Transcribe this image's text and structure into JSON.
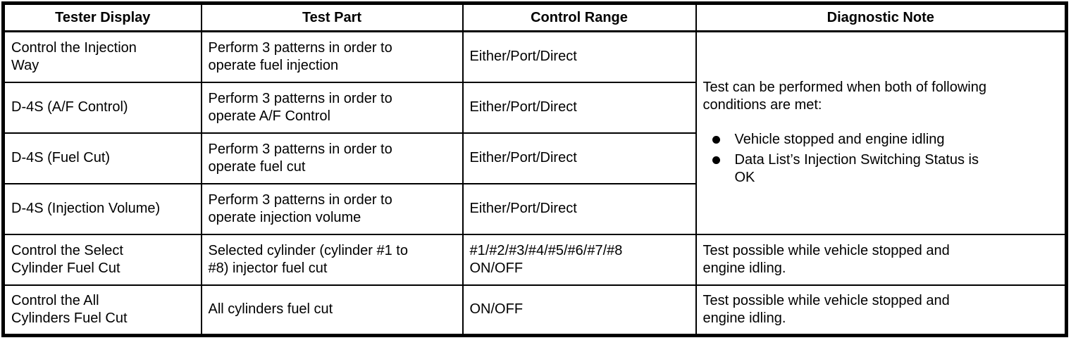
{
  "colors": {
    "background": "#ffffff",
    "text": "#000000",
    "border": "#000000"
  },
  "table": {
    "headers": [
      "Tester Display",
      "Test Part",
      "Control Range",
      "Diagnostic Note"
    ],
    "rows": [
      {
        "tester_display": "Control the Injection\nWay",
        "test_part": "Perform 3 patterns in order to\noperate fuel injection",
        "control_range": "Either/Port/Direct"
      },
      {
        "tester_display": "D-4S (A/F Control)",
        "test_part": "Perform 3 patterns in order to\noperate A/F Control",
        "control_range": "Either/Port/Direct"
      },
      {
        "tester_display": "D-4S (Fuel Cut)",
        "test_part": "Perform 3 patterns in order to\noperate fuel cut",
        "control_range": "Either/Port/Direct"
      },
      {
        "tester_display": "D-4S (Injection Volume)",
        "test_part": "Perform 3 patterns in order to\noperate injection volume",
        "control_range": "Either/Port/Direct"
      },
      {
        "tester_display": "Control the Select\nCylinder Fuel Cut",
        "test_part": "Selected cylinder (cylinder #1 to\n#8) injector fuel cut",
        "control_range": "#1/#2/#3/#4/#5/#6/#7/#8\nON/OFF",
        "diagnostic_note": "Test possible while vehicle stopped and\nengine idling."
      },
      {
        "tester_display": "Control the All\nCylinders Fuel Cut",
        "test_part": "All cylinders fuel cut",
        "control_range": "ON/OFF",
        "diagnostic_note": "Test possible while vehicle stopped and\nengine idling."
      }
    ],
    "merged_diagnostic_note": {
      "row_span": 4,
      "intro": "Test can be performed when both of following\nconditions are met:",
      "bullets": [
        "Vehicle stopped and engine idling",
        "Data List’s Injection Switching Status is\nOK"
      ]
    }
  }
}
